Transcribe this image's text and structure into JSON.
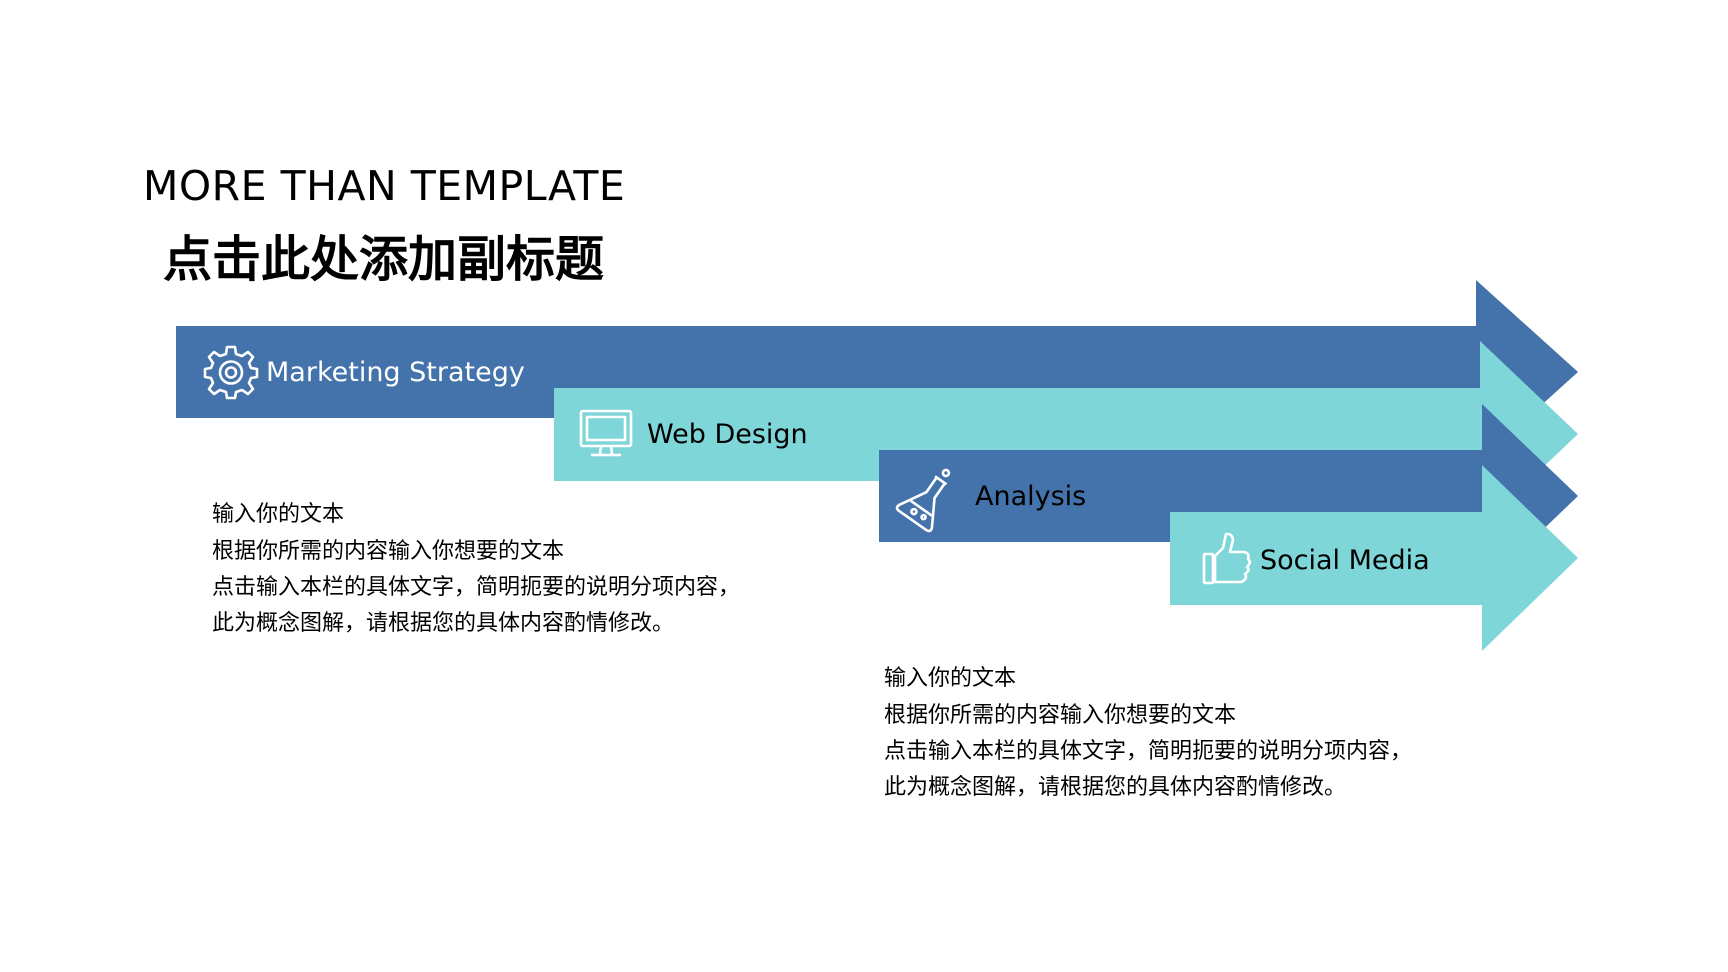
{
  "header": {
    "title": "MORE THAN TEMPLATE",
    "subtitle": "点击此处添加副标题"
  },
  "steps": [
    {
      "label": "Marketing Strategy",
      "icon": "gear-icon",
      "color": "#4472AA"
    },
    {
      "label": "Web Design",
      "icon": "monitor-icon",
      "color": "#7FD6D8"
    },
    {
      "label": "Analysis",
      "icon": "flask-icon",
      "color": "#4472AA"
    },
    {
      "label": "Social Media",
      "icon": "thumbs-up-icon",
      "color": "#7FD6D8"
    }
  ],
  "descriptions": [
    {
      "heading": "输入你的文本",
      "line2": "根据你所需的内容输入你想要的文本",
      "line3": "点击输入本栏的具体文字，简明扼要的说明分项内容，",
      "line4": "此为概念图解，请根据您的具体内容酌情修改。"
    },
    {
      "heading": "输入你的文本",
      "line2": "根据你所需的内容输入你想要的文本",
      "line3": "点击输入本栏的具体文字，简明扼要的说明分项内容，",
      "line4": "此为概念图解，请根据您的具体内容酌情修改。"
    }
  ]
}
